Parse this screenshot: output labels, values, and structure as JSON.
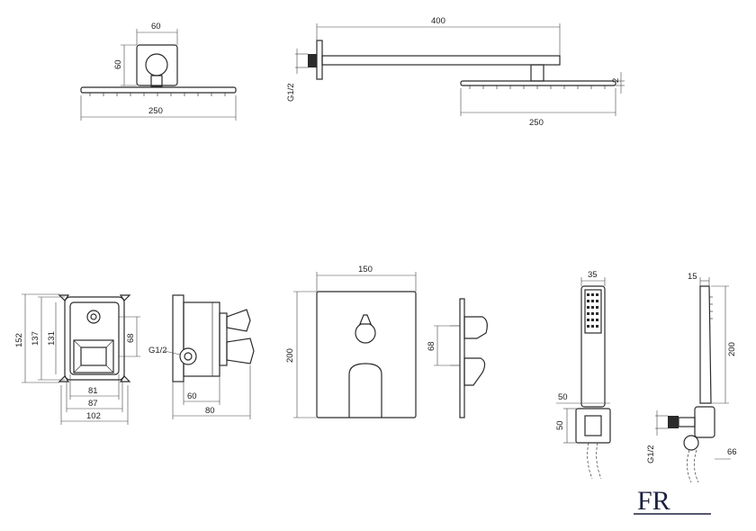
{
  "drawing": {
    "rain_head_front": {
      "width": "250",
      "mount_width": "60",
      "mount_height": "60"
    },
    "rain_head_side": {
      "arm_length": "400",
      "head_width": "250",
      "thickness": "2",
      "thread": "G1/2"
    },
    "box_front": {
      "height_outer": "152",
      "height_mid": "137",
      "height_inner": "131",
      "port_height": "68",
      "width_inner": "81",
      "width_mid": "87",
      "width_outer": "102"
    },
    "box_side": {
      "thread": "G1/2",
      "depth_inner": "60",
      "depth_outer": "80"
    },
    "cover_plate": {
      "width": "150",
      "height": "200"
    },
    "cover_side": {
      "spacing": "68"
    },
    "hand_shower_front": {
      "head_width": "35",
      "holder_width": "50",
      "holder_height": "50"
    },
    "hand_shower_side": {
      "head_depth": "15",
      "length": "200",
      "thread": "G1/2",
      "holder_depth": "66"
    },
    "logo": {
      "text": "FR"
    }
  }
}
